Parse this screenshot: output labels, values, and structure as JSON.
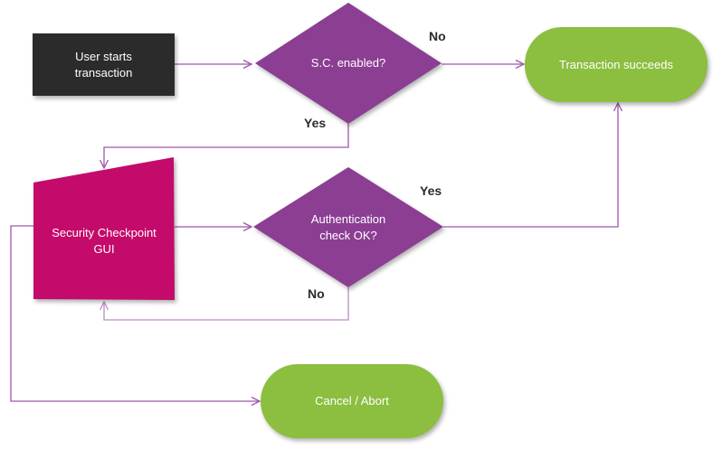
{
  "diagram": {
    "type": "flowchart",
    "background": "#ffffff",
    "colors": {
      "process_fill": "#2b2b2b",
      "decision_fill": "#8b3e92",
      "terminator_fill": "#8cbe40",
      "manual_input_fill": "#c40a6a",
      "connector": "#9e58ab",
      "connector_light": "#bd8cc6",
      "edge_label_color": "#2b2b2b",
      "node_text_color": "#ffffff"
    },
    "nodes": {
      "start": {
        "label": "User starts transaction",
        "shape": "rectangle"
      },
      "sc_enabled": {
        "label": "S.C. enabled?",
        "shape": "decision"
      },
      "transaction_succeeds": {
        "label": "Transaction succeeds",
        "shape": "terminator"
      },
      "security_gui": {
        "label": "Security Checkpoint GUI",
        "shape": "manual-input"
      },
      "auth_check": {
        "label": "Authentication check OK?",
        "shape": "decision"
      },
      "cancel_abort": {
        "label": "Cancel / Abort",
        "shape": "terminator"
      }
    },
    "edges": [
      {
        "from": "start",
        "to": "sc_enabled",
        "label": ""
      },
      {
        "from": "sc_enabled",
        "to": "transaction_succeeds",
        "label": "No"
      },
      {
        "from": "sc_enabled",
        "to": "security_gui",
        "label": "Yes"
      },
      {
        "from": "security_gui",
        "to": "auth_check",
        "label": ""
      },
      {
        "from": "auth_check",
        "to": "transaction_succeeds",
        "label": "Yes"
      },
      {
        "from": "auth_check",
        "to": "security_gui",
        "label": "No"
      },
      {
        "from": "security_gui",
        "to": "cancel_abort",
        "label": ""
      }
    ]
  }
}
